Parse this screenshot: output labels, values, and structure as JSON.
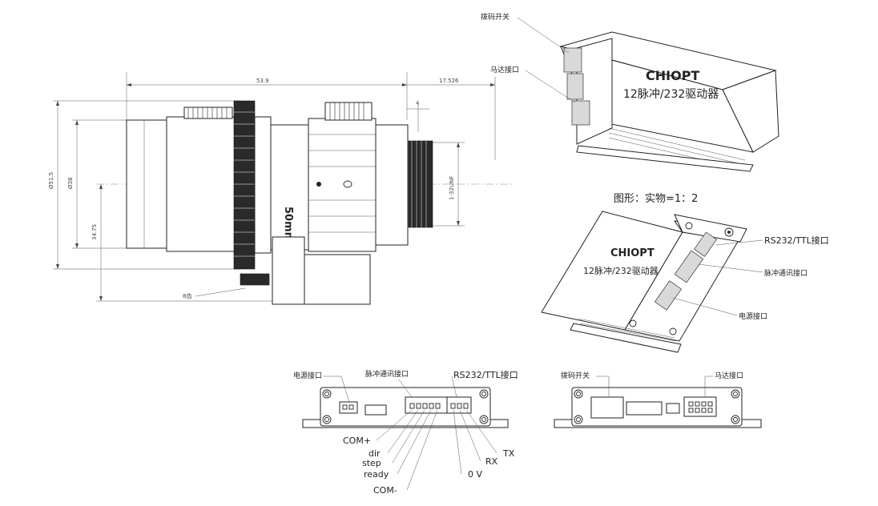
{
  "lens": {
    "dim_total_length": "53.9",
    "dim_flange": "17.526",
    "dim_step": "4",
    "dim_outer_dia": "Ø51.5",
    "dim_body_dia": "Ø38",
    "dim_offset": "34.75",
    "dim_mount": "1-32UNF",
    "focal_label": "50mm",
    "gear_label": "8齿"
  },
  "driver_top": {
    "brand": "CHIOPT",
    "model": "12脉冲/232驱动器",
    "label_dip_switch": "拨码开关",
    "label_motor_port": "马达接口"
  },
  "scale_note": "图形：实物=1：2",
  "driver_bottom": {
    "brand": "CHIOPT",
    "model": "12脉冲/232驱动器",
    "label_rs232": "RS232/TTL接口",
    "label_pulse": "脉冲通讯接口",
    "label_power": "电源接口"
  },
  "front_panel": {
    "label_power": "电源接口",
    "label_pulse": "脉冲通讯接口",
    "label_rs232": "RS232/TTL接口",
    "pins": {
      "com_plus": "COM+",
      "dir": "dir",
      "step": "step",
      "ready": "ready",
      "com_minus": "COM-",
      "zero_v": "0 V",
      "rx": "RX",
      "tx": "TX"
    }
  },
  "rear_panel": {
    "label_dip": "拨码开关",
    "label_motor": "马达接口"
  }
}
